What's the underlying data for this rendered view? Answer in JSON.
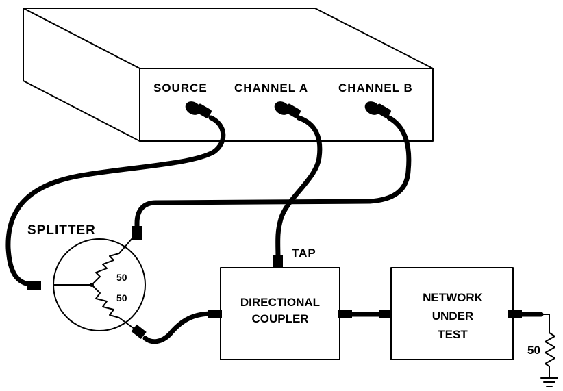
{
  "instrument": {
    "ports": {
      "source": "SOURCE",
      "channel_a": "CHANNEL A",
      "channel_b": "CHANNEL B"
    }
  },
  "splitter": {
    "label": "SPLITTER",
    "resistor_top": "50",
    "resistor_bottom": "50"
  },
  "coupler": {
    "tap_label": "TAP",
    "line1": "DIRECTIONAL",
    "line2": "COUPLER"
  },
  "network": {
    "line1": "NETWORK",
    "line2": "UNDER",
    "line3": "TEST"
  },
  "termination": {
    "value": "50"
  }
}
